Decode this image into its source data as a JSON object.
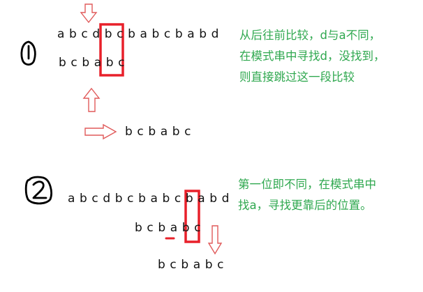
{
  "step1": {
    "number": "1",
    "main_text": "a b c d b c b a b c b a b d",
    "pattern_text": "b c b a b c",
    "shifted_pattern_text": "b c b a b c",
    "note_lines": [
      "从后往前比较，d与a不同，",
      "在模式串中寻找d，没找到，",
      "则直接跳过这一段比较"
    ]
  },
  "step2": {
    "number": "2",
    "main_text": "a b c d b c b a b c b a b d",
    "pattern_text": "b c b a b c",
    "shifted_pattern_text": "b c b a b c",
    "note_lines": [
      "第一位即不同，在模式串中",
      "找a，寻找更靠后的位置。"
    ]
  },
  "colors": {
    "highlight_box": "#e8202a",
    "arrow": "#e05a5a",
    "note_text": "#2fa84f",
    "sequence_text": "#111111",
    "underline_mark": "#e8202a"
  }
}
